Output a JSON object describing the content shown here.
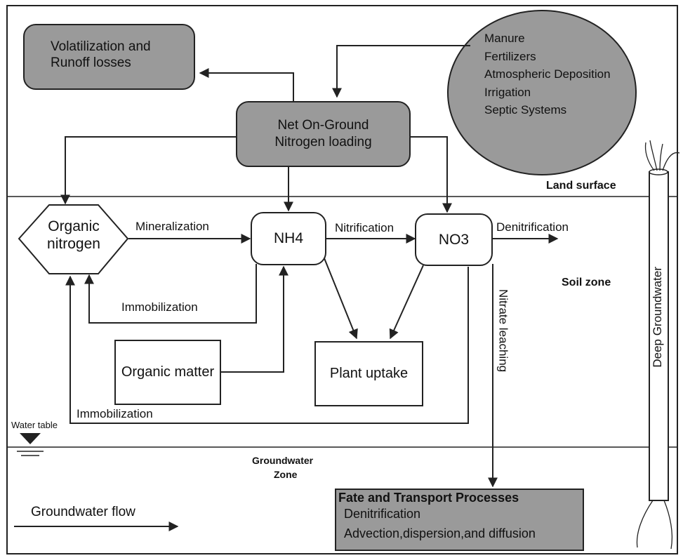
{
  "boxes": {
    "volatilization": "Volatilization and\nRunoff losses",
    "net_loading": "Net On-Ground\nNitrogen loading",
    "organic_nitrogen": "Organic\nnitrogen",
    "nh4": "NH4",
    "no3": "NO3",
    "organic_matter": "Organic matter",
    "plant_uptake": "Plant uptake",
    "fate_title": "Fate and Transport Processes",
    "fate_line1": "Denitrification",
    "fate_line2": "Advection,dispersion,and diffusion"
  },
  "sources": [
    "Manure",
    "Fertilizers",
    "Atmospheric Deposition",
    "Irrigation",
    "Septic Systems"
  ],
  "process_labels": {
    "mineralization": "Mineralization",
    "nitrification": "Nitrification",
    "denitrification": "Denitrification",
    "immobilization_upper": "Immobilization",
    "immobilization_lower": "Immobilization",
    "nitrate_leaching": "Nitrate leaching"
  },
  "zone_labels": {
    "land_surface": "Land surface",
    "soil_zone": "Soil zone",
    "groundwater_zone_line1": "Groundwater",
    "groundwater_zone_line2": "Zone",
    "water_table": "Water table",
    "groundwater_flow": "Groundwater flow",
    "deep_groundwater": "Deep Groundwater"
  },
  "colors": {
    "box_fill": "#9a9a9a",
    "line": "#222222"
  }
}
